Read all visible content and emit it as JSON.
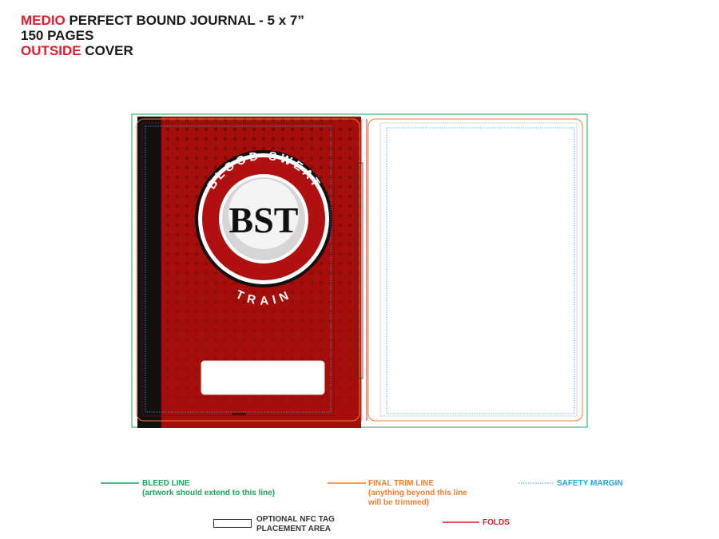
{
  "header": {
    "line1_accent": "MEDIO",
    "line1_rest": " PERFECT BOUND JOURNAL - 5 x 7”",
    "line2": "150 PAGES",
    "line3_accent": "OUTSIDE",
    "line3_rest": " COVER"
  },
  "cover_art": {
    "logo_top_text": "BLOOD SWEAT",
    "logo_center_text": "BST",
    "logo_bottom_text": "TRAIN",
    "background_color": "#a50e0a",
    "spine_color": "#111111",
    "logo_ring_color": "#b01010"
  },
  "legend": {
    "bleed_title": "BLEED LINE",
    "bleed_note": "(artwork should extend to this line)",
    "trim_title": "FINAL TRIM LINE",
    "trim_note_1": "(anything beyond this line",
    "trim_note_2": "will be trimmed)",
    "safety_title": "SAFETY MARGIN",
    "nfc_title_1": "OPTIONAL NFC TAG",
    "nfc_title_2": "PLACEMENT AREA",
    "folds_title": "FOLDS"
  },
  "colors": {
    "bleed": "#1aa35b",
    "trim": "#f07d2b",
    "safety": "#2aa3e0",
    "folds": "#e11d2a"
  }
}
